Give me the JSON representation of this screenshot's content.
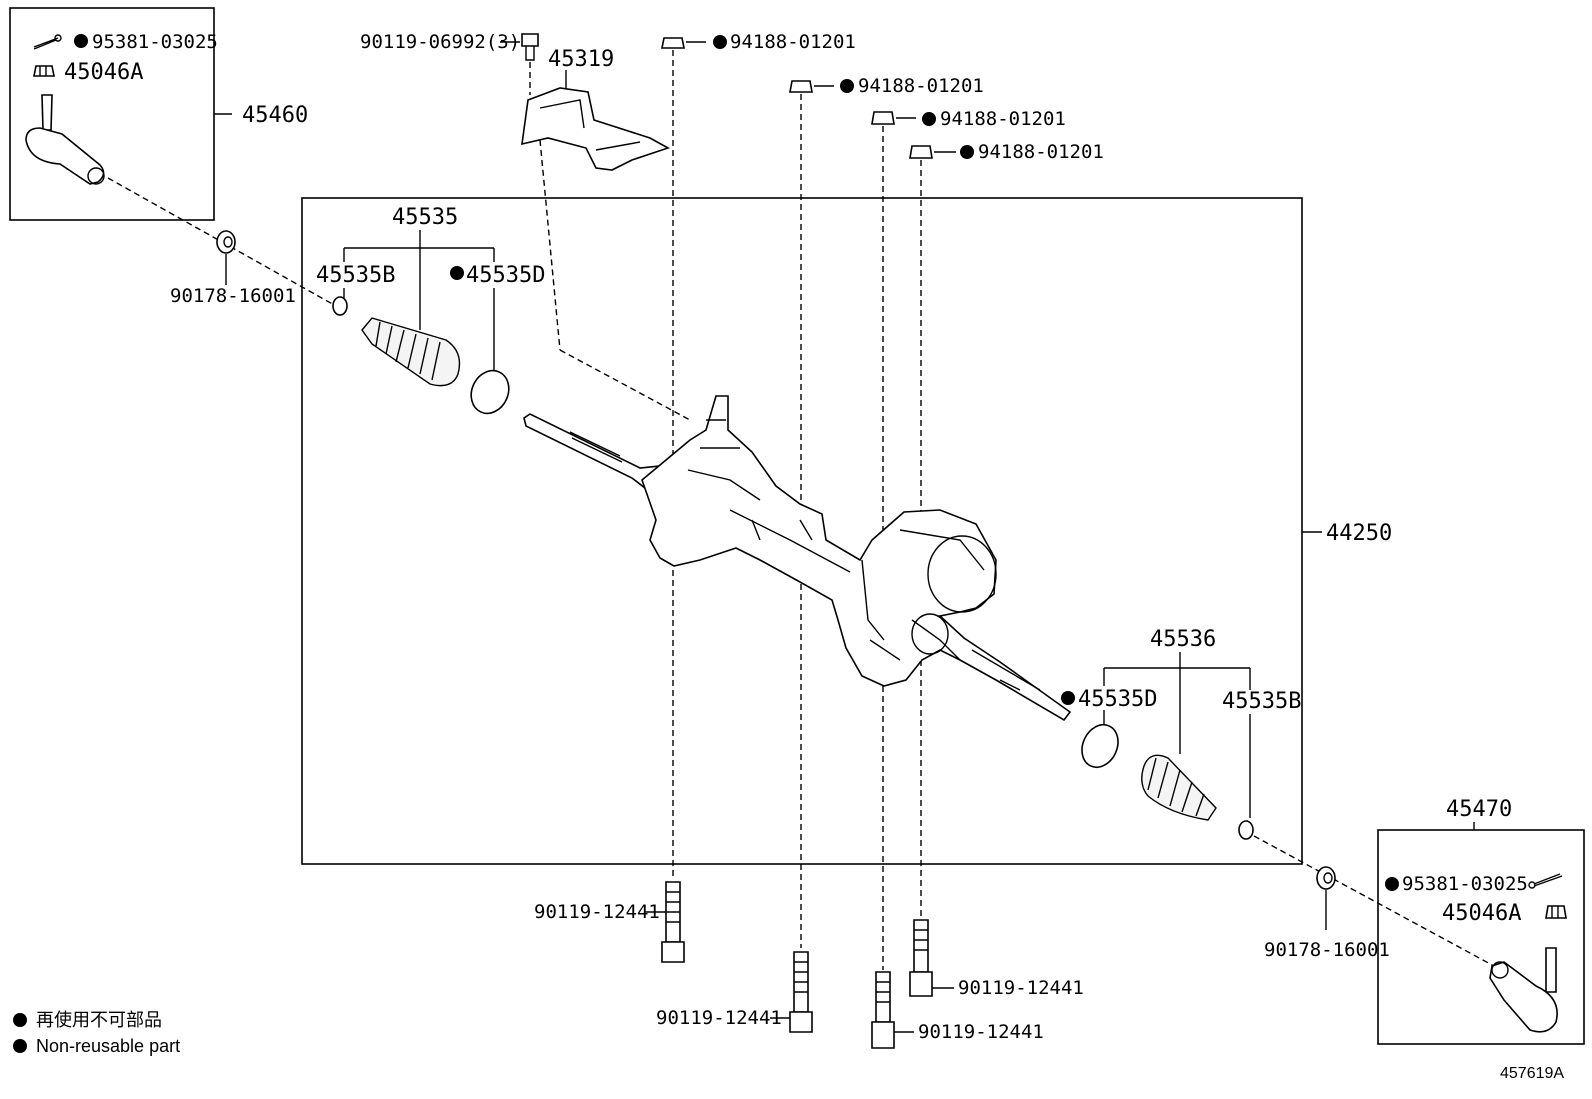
{
  "labels": {
    "cotter_pin_left": "95381-03025",
    "nut_left": "45046A",
    "tie_rod_end_left": "45460",
    "bolt_top": "90119-06992(3)",
    "bracket": "45319",
    "nut_1": "94188-01201",
    "nut_2": "94188-01201",
    "nut_3": "94188-01201",
    "nut_4": "94188-01201",
    "boot_left": "45535",
    "clamp_left": "45535B",
    "band_left": "45535D",
    "washer_left": "90178-16001",
    "gear_assembly": "44250",
    "boot_right": "45536",
    "band_right": "45535D",
    "clamp_right": "45535B",
    "tie_rod_end_right": "45470",
    "cotter_pin_right": "95381-03025",
    "nut_right": "45046A",
    "washer_right": "90178-16001",
    "bolt_1": "90119-12441",
    "bolt_2": "90119-12441",
    "bolt_3": "90119-12441",
    "bolt_4": "90119-12441"
  },
  "legend": {
    "jp": "再使用不可部品",
    "en": "Non-reusable part"
  },
  "figure_number": "457619A"
}
